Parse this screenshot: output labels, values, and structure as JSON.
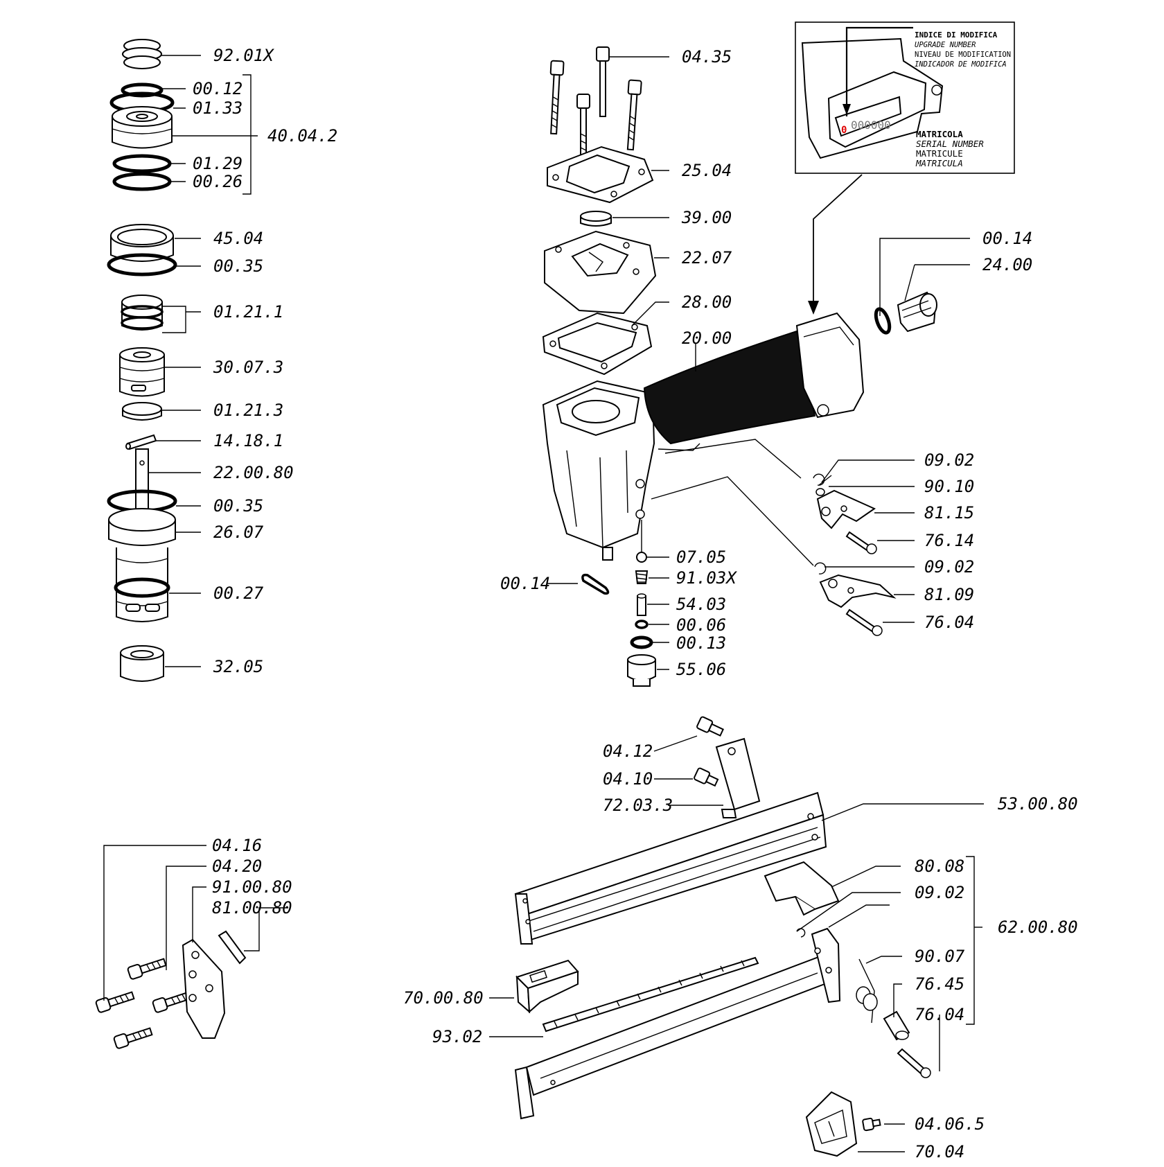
{
  "labels": {
    "l_92_01x": "92.01X",
    "l_00_12": "00.12",
    "l_01_33": "01.33",
    "l_40_04_2": "40.04.2",
    "l_01_29": "01.29",
    "l_00_26": "00.26",
    "l_45_04": "45.04",
    "l_00_35_a": "00.35",
    "l_01_21_1": "01.21.1",
    "l_30_07_3": "30.07.3",
    "l_01_21_3": "01.21.3",
    "l_14_18_1": "14.18.1",
    "l_22_00_80": "22.00.80",
    "l_00_35_b": "00.35",
    "l_26_07": "26.07",
    "l_00_27": "00.27",
    "l_32_05": "32.05",
    "l_04_35": "04.35",
    "l_25_04": "25.04",
    "l_39_00": "39.00",
    "l_22_07": "22.07",
    "l_28_00": "28.00",
    "l_20_00": "20.00",
    "l_00_14_a": "00.14",
    "l_24_00": "24.00",
    "l_09_02_a": "09.02",
    "l_90_10": "90.10",
    "l_81_15": "81.15",
    "l_76_14": "76.14",
    "l_09_02_b": "09.02",
    "l_81_09": "81.09",
    "l_76_04_a": "76.04",
    "l_07_05": "07.05",
    "l_91_03x": "91.03X",
    "l_54_03": "54.03",
    "l_00_06": "00.06",
    "l_00_13": "00.13",
    "l_55_06": "55.06",
    "l_00_14_b": "00.14",
    "l_04_12": "04.12",
    "l_04_10": "04.10",
    "l_72_03_3": "72.03.3",
    "l_53_00_80": "53.00.80",
    "l_80_08": "80.08",
    "l_09_02_c": "09.02",
    "l_62_00_80": "62.00.80",
    "l_90_07": "90.07",
    "l_76_45": "76.45",
    "l_76_04_b": "76.04",
    "l_70_00_80": "70.00.80",
    "l_93_02": "93.02",
    "l_04_06_5": "04.06.5",
    "l_70_04": "70.04",
    "l_04_16": "04.16",
    "l_04_20": "04.20",
    "l_91_00_80": "91.00.80",
    "l_81_00_80": "81.00.80"
  },
  "inset": {
    "upgrade_it": "INDICE DI MODIFICA",
    "upgrade_en": "UPGRADE NUMBER",
    "upgrade_fr": "NIVEAU DE MODIFICATION",
    "upgrade_es": "INDICADOR DE MODIFICA",
    "serial_it": "MATRICOLA",
    "serial_en": "SERIAL NUMBER",
    "serial_fr": "MATRICULE",
    "serial_es": "MATRICULA",
    "upgrade_digit": "0",
    "serial_digits": "000000"
  },
  "colors": {
    "highlight": "#e00000",
    "ink": "#000000",
    "grip": "#111111"
  }
}
